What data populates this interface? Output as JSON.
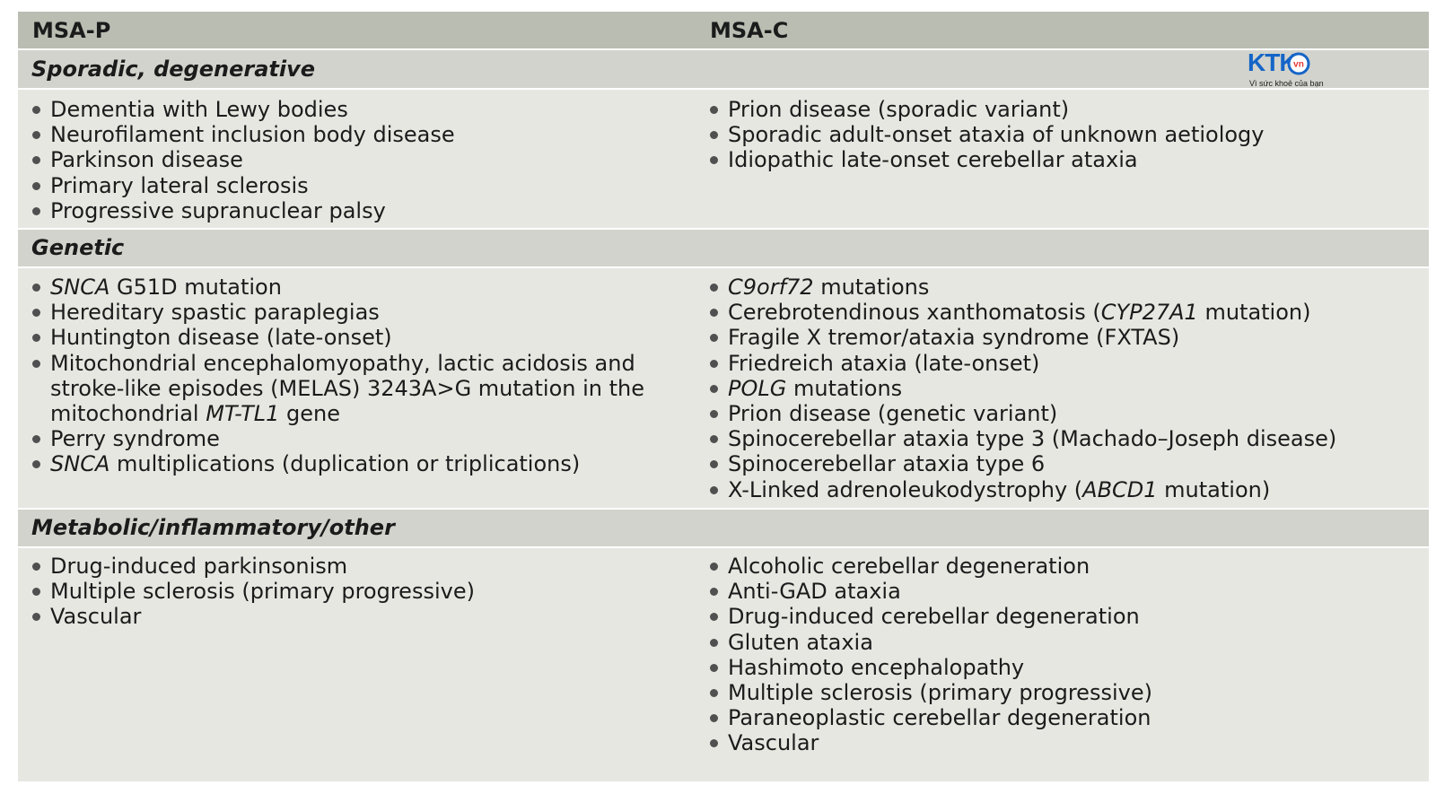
{
  "header": {
    "col1": "MSA-P",
    "col2": "MSA-C"
  },
  "logo": {
    "word": "KTK",
    "badge": "vn",
    "tagline": "Vì sức khoẻ của bạn"
  },
  "sections": [
    {
      "title": "Sporadic, degenerative",
      "msa_p": [
        "Dementia with Lewy bodies",
        "Neurofilament inclusion body disease",
        "Parkinson disease",
        "Primary lateral sclerosis",
        "Progressive supranuclear palsy"
      ],
      "msa_c": [
        "Prion disease (sporadic variant)",
        "Sporadic adult-onset ataxia of unknown aetiology",
        "Idiopathic late-onset cerebellar ataxia"
      ]
    },
    {
      "title": "Genetic",
      "msa_p": [
        "SNCA G51D mutation",
        "Hereditary spastic paraplegias",
        "Huntington disease (late-onset)",
        "Mitochondrial encephalomyopathy, lactic acidosis and\nstroke-like episodes (MELAS) 3243A>G mutation in the\nmitochondrial MT-TL1 gene",
        "Perry syndrome",
        "SNCA multiplications (duplication or triplications)"
      ],
      "msa_c": [
        "C9orf72 mutations",
        "Cerebrotendinous xanthomatosis (CYP27A1 mutation)",
        "Fragile X tremor/ataxia syndrome (FXTAS)",
        "Friedreich ataxia (late-onset)",
        "POLG mutations",
        "Prion disease (genetic variant)",
        "Spinocerebellar ataxia type 3 (Machado–Joseph disease)",
        "Spinocerebellar ataxia type 6",
        "X-Linked adrenoleukodystrophy (ABCD1 mutation)"
      ]
    },
    {
      "title": "Metabolic/inflammatory/other",
      "msa_p": [
        "Drug-induced parkinsonism",
        "Multiple sclerosis (primary progressive)",
        "Vascular"
      ],
      "msa_c": [
        "Alcoholic cerebellar degeneration",
        "Anti-GAD ataxia",
        "Drug-induced cerebellar degeneration",
        "Gluten ataxia",
        "Hashimoto encephalopathy",
        "Multiple sclerosis (primary progressive)",
        "Paraneoplastic cerebellar degeneration",
        "Vascular"
      ]
    }
  ]
}
